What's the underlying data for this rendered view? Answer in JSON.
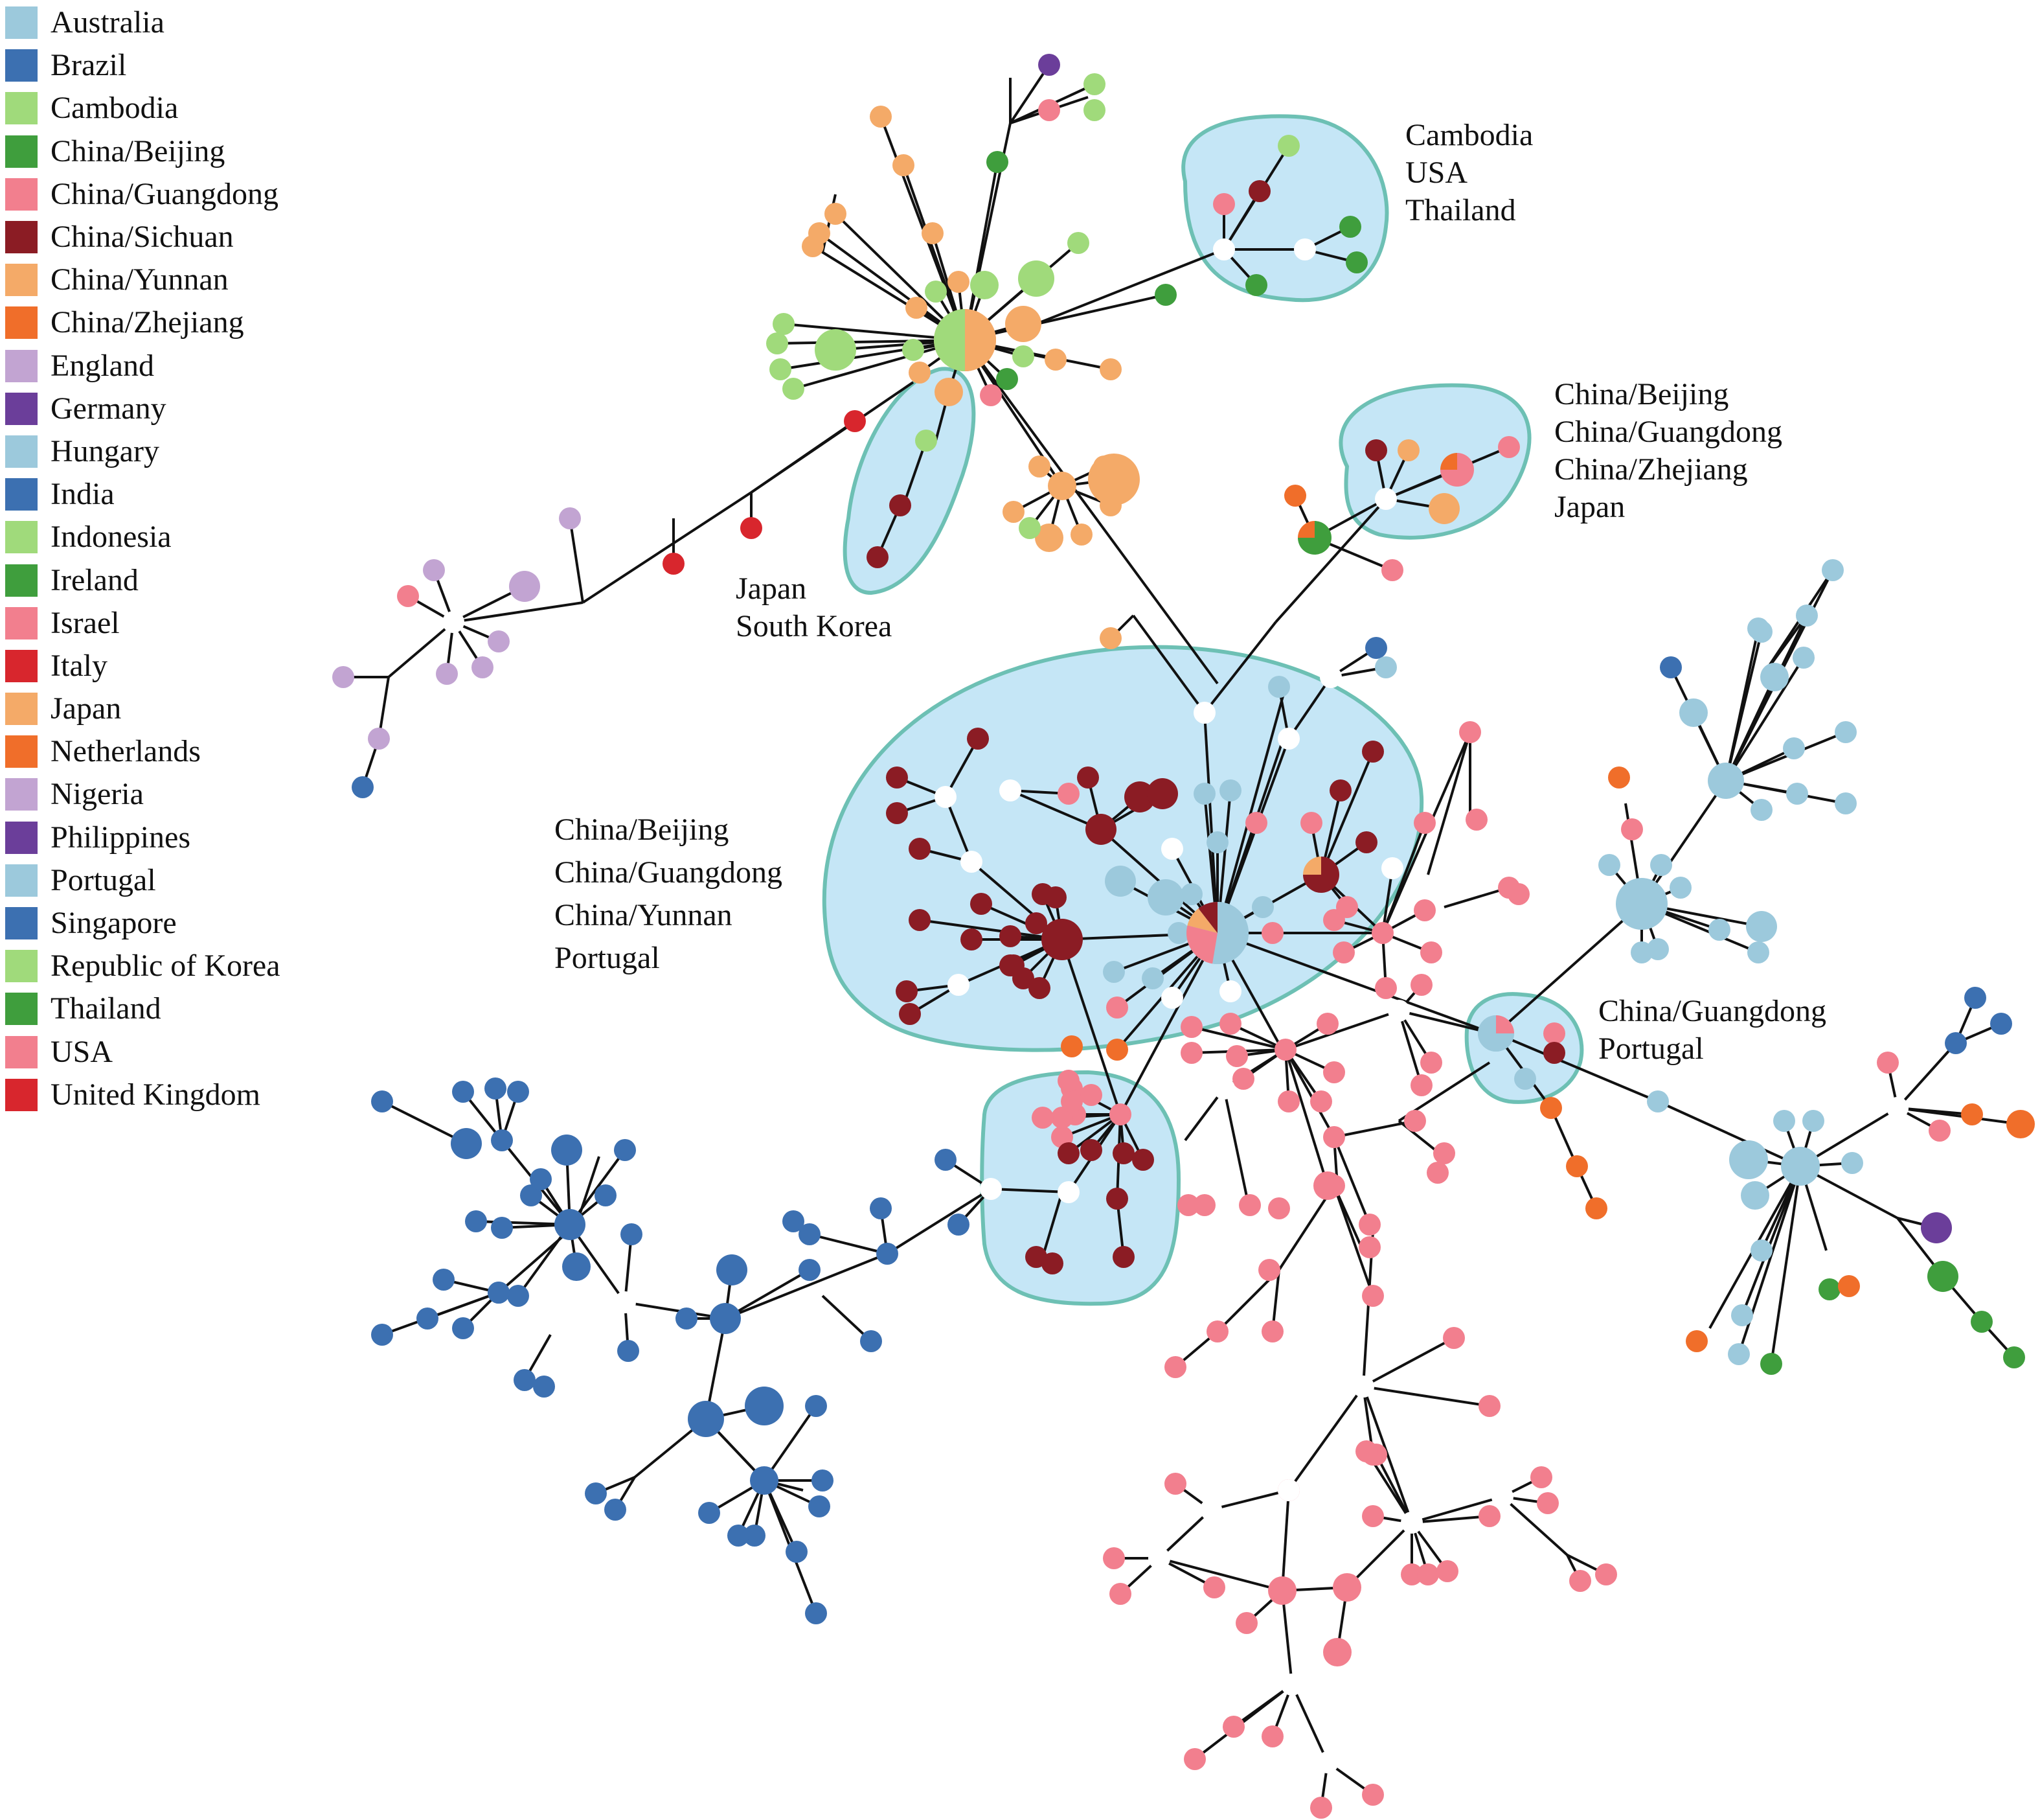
{
  "legend": [
    {
      "label": "Australia",
      "color": "#9cc9dc"
    },
    {
      "label": "Brazil",
      "color": "#3c70b1"
    },
    {
      "label": "Cambodia",
      "color": "#a0da7b"
    },
    {
      "label": "China/Beijing",
      "color": "#3f9e3d"
    },
    {
      "label": "China/Guangdong",
      "color": "#f27f8e"
    },
    {
      "label": "China/Sichuan",
      "color": "#8b1c24"
    },
    {
      "label": "China/Yunnan",
      "color": "#f4aa68"
    },
    {
      "label": "China/Zhejiang",
      "color": "#f06e2a"
    },
    {
      "label": "England",
      "color": "#c2a4d2"
    },
    {
      "label": "Germany",
      "color": "#6b3e9a"
    },
    {
      "label": "Hungary",
      "color": "#9cc9dc"
    },
    {
      "label": "India",
      "color": "#3c70b1"
    },
    {
      "label": "Indonesia",
      "color": "#a0da7b"
    },
    {
      "label": "Ireland",
      "color": "#3f9e3d"
    },
    {
      "label": "Israel",
      "color": "#f27f8e"
    },
    {
      "label": "Italy",
      "color": "#d8262d"
    },
    {
      "label": "Japan",
      "color": "#f4aa68"
    },
    {
      "label": "Netherlands",
      "color": "#f06e2a"
    },
    {
      "label": "Nigeria",
      "color": "#c2a4d2"
    },
    {
      "label": "Philippines",
      "color": "#6b3e9a"
    },
    {
      "label": "Portugal",
      "color": "#9cc9dc"
    },
    {
      "label": "Singapore",
      "color": "#3c70b1"
    },
    {
      "label": "Republic of Korea",
      "color": "#a0da7b"
    },
    {
      "label": "Thailand",
      "color": "#3f9e3d"
    },
    {
      "label": "USA",
      "color": "#f27f8e"
    },
    {
      "label": "United Kingdom",
      "color": "#d8262d"
    }
  ],
  "annotations": {
    "cambodia_group": [
      "Cambodia",
      "USA",
      "Thailand"
    ],
    "beijing_group": [
      "China/Beijing",
      "China/Guangdong",
      "China/Zhejiang",
      "Japan"
    ],
    "japan_group": [
      "Japan",
      "South Korea"
    ],
    "central_group": [
      "China/Beijing",
      "China/Guangdong",
      "China/Yunnan",
      "Portugal"
    ],
    "guangdong_group": [
      "China/Guangdong",
      "Portugal"
    ]
  }
}
